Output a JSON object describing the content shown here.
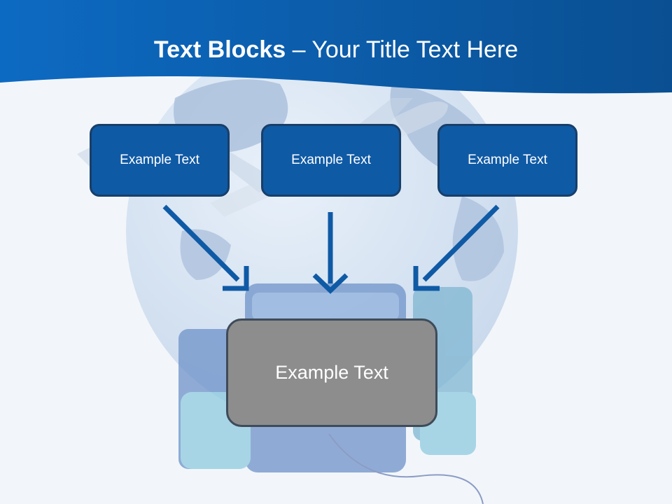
{
  "slide": {
    "title_bold": "Text Blocks",
    "title_dash": " – ",
    "title_rest": "Your Title Text Here"
  },
  "blocks": [
    {
      "label": "Example Text"
    },
    {
      "label": "Example Text"
    },
    {
      "label": "Example Text"
    }
  ],
  "center_block": {
    "label": "Example Text"
  },
  "colors": {
    "header": "#0f63b5",
    "block_fill": "#0f5aa5",
    "block_border": "#173f6a",
    "center_fill": "#8d8d8d",
    "arrow": "#0f5aa5"
  }
}
